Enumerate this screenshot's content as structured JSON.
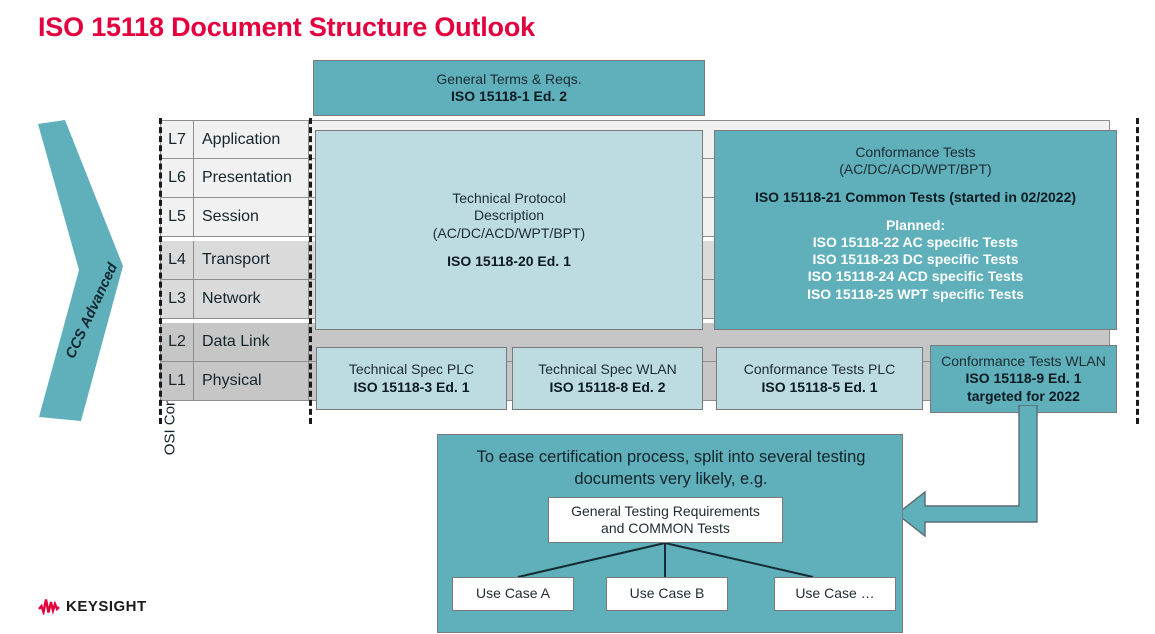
{
  "title": "ISO 15118 Document Structure Outlook",
  "accent_color": "#e3003f",
  "teal_color": "#5fb0bb",
  "light_blue_color": "#bcdce2",
  "side": {
    "chevron_label": "CCS Advanced",
    "axis_caption": "OSI Communication Layers"
  },
  "layers": [
    {
      "id": "L7",
      "name": "Application"
    },
    {
      "id": "L6",
      "name": "Presentation"
    },
    {
      "id": "L5",
      "name": "Session"
    },
    {
      "id": "L4",
      "name": "Transport"
    },
    {
      "id": "L3",
      "name": "Network"
    },
    {
      "id": "L2",
      "name": "Data Link"
    },
    {
      "id": "L1",
      "name": "Physical"
    }
  ],
  "general_terms": {
    "line1": "General Terms & Reqs.",
    "line2": "ISO 15118-1 Ed. 2"
  },
  "protocol_box": {
    "line1": "Technical Protocol",
    "line2": "Description",
    "line3": "(AC/DC/ACD/WPT/BPT)",
    "line4": "ISO 15118-20 Ed. 1"
  },
  "conformance_box": {
    "line1": "Conformance Tests",
    "line2": "(AC/DC/ACD/WPT/BPT)",
    "line3": "ISO 15118-21 Common Tests (started in 02/2022)",
    "planned_label": "Planned:",
    "planned": [
      "ISO 15118-22 AC specific Tests",
      "ISO 15118-23 DC specific Tests",
      "ISO 15118-24 ACD specific Tests",
      "ISO 15118-25 WPT specific Tests"
    ]
  },
  "spec_boxes": [
    {
      "line1": "Technical Spec PLC",
      "line2": "ISO 15118-3 Ed. 1",
      "line3": ""
    },
    {
      "line1": "Technical Spec WLAN",
      "line2": "ISO 15118-8 Ed. 2",
      "line3": ""
    },
    {
      "line1": "Conformance Tests PLC",
      "line2": "ISO 15118-5 Ed. 1",
      "line3": ""
    },
    {
      "line1": "Conformance Tests WLAN",
      "line2": "ISO 15118-9 Ed. 1",
      "line3": "targeted for 2022"
    }
  ],
  "bottom": {
    "intro": "To ease certification process, split into several testing documents very likely, e.g.",
    "root_line1": "General Testing Requirements",
    "root_line2": "and COMMON Tests",
    "use_cases": [
      "Use Case A",
      "Use Case B",
      "Use Case …"
    ]
  },
  "logo": {
    "word": "KEYSIGHT"
  }
}
